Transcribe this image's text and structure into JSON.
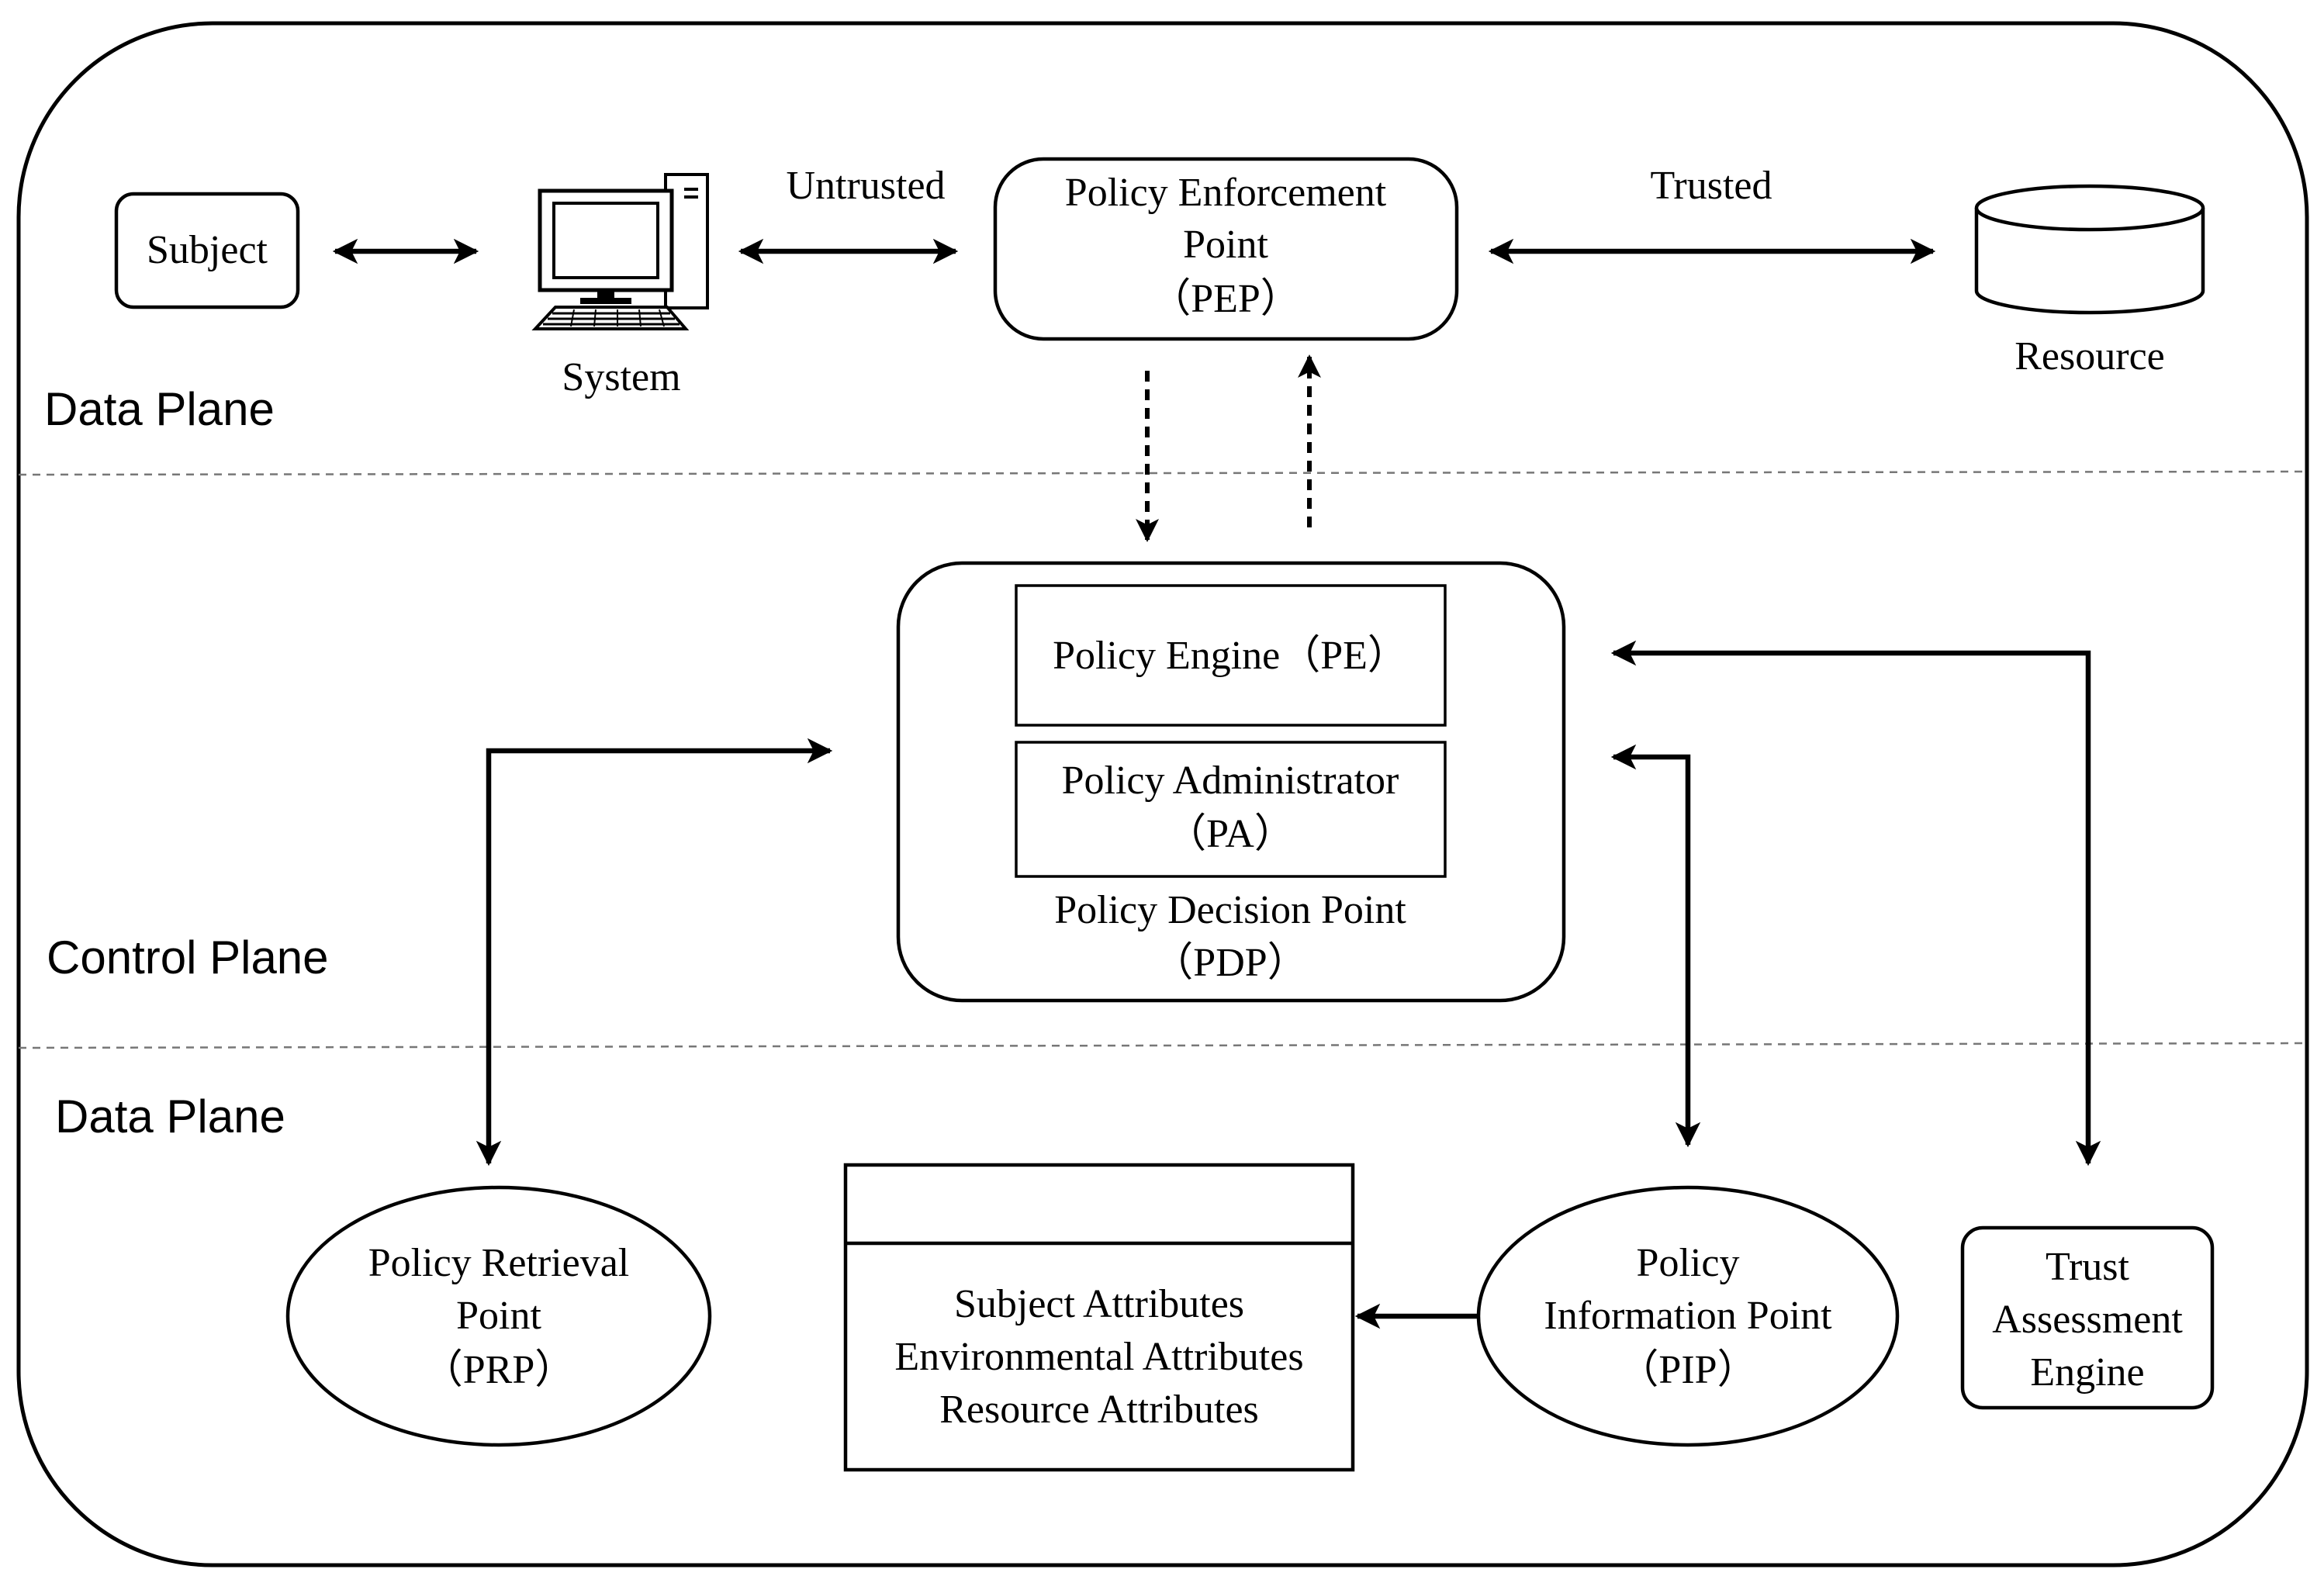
{
  "planes": {
    "top": "Data Plane",
    "middle": "Control Plane",
    "bottom": "Data Plane"
  },
  "nodes": {
    "subject": "Subject",
    "system": "System",
    "pep": [
      "Policy Enforcement",
      "Point",
      "（PEP）"
    ],
    "resource": "Resource",
    "pe": "Policy Engine（PE）",
    "pa": [
      "Policy Administrator",
      "（PA）"
    ],
    "pdp": [
      "Policy Decision Point",
      "（PDP）"
    ],
    "prp": [
      "Policy Retrieval",
      "Point",
      "（PRP）"
    ],
    "attributes": [
      "Subject Attributes",
      "Environmental Attributes",
      "Resource Attributes"
    ],
    "pip": [
      "Policy",
      "Information Point",
      "（PIP）"
    ],
    "trust_engine": [
      "Trust",
      "Assessment",
      "Engine"
    ]
  },
  "edge_labels": {
    "untrusted": "Untrusted",
    "trusted": "Trusted"
  },
  "edges": [
    {
      "from": "subject",
      "to": "system",
      "style": "solid",
      "direction": "both"
    },
    {
      "from": "system",
      "to": "pep",
      "style": "solid",
      "direction": "both",
      "label": "Untrusted"
    },
    {
      "from": "pep",
      "to": "resource",
      "style": "solid",
      "direction": "both",
      "label": "Trusted"
    },
    {
      "from": "pep",
      "to": "pdp",
      "style": "dashed",
      "direction": "forward"
    },
    {
      "from": "pdp",
      "to": "pep",
      "style": "dashed",
      "direction": "forward"
    },
    {
      "from": "prp",
      "to": "pdp",
      "style": "solid",
      "direction": "both"
    },
    {
      "from": "pip",
      "to": "pdp",
      "style": "solid",
      "direction": "both"
    },
    {
      "from": "trust_engine",
      "to": "pdp",
      "style": "solid",
      "direction": "both"
    },
    {
      "from": "pip",
      "to": "attributes",
      "style": "solid",
      "direction": "forward"
    }
  ],
  "icons": {
    "system": "desktop-computer-icon",
    "resource": "database-cylinder-icon"
  }
}
